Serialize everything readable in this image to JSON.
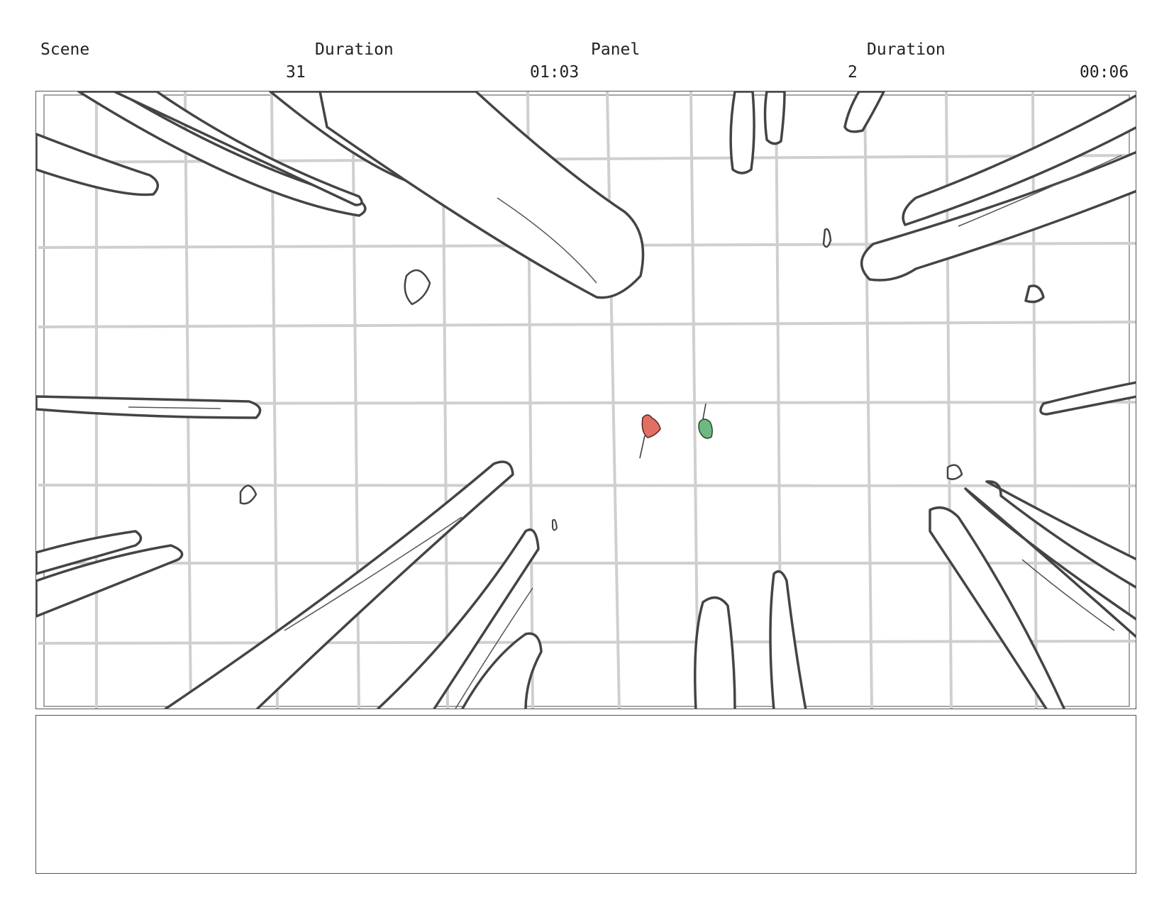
{
  "header": {
    "scene_label": "Scene",
    "scene_duration_label": "Duration",
    "panel_label": "Panel",
    "panel_duration_label": "Duration",
    "scene_value": "31",
    "scene_duration_value": "01:03",
    "panel_value": "2",
    "panel_duration_value": "00:06"
  },
  "panel": {
    "characters": [
      {
        "icon": "red-figure-icon",
        "color": "#e07064"
      },
      {
        "icon": "green-figure-icon",
        "color": "#6fb882"
      }
    ],
    "line_color": "#444444",
    "grid_color": "#cfcfcf"
  },
  "notes": {
    "text": ""
  }
}
